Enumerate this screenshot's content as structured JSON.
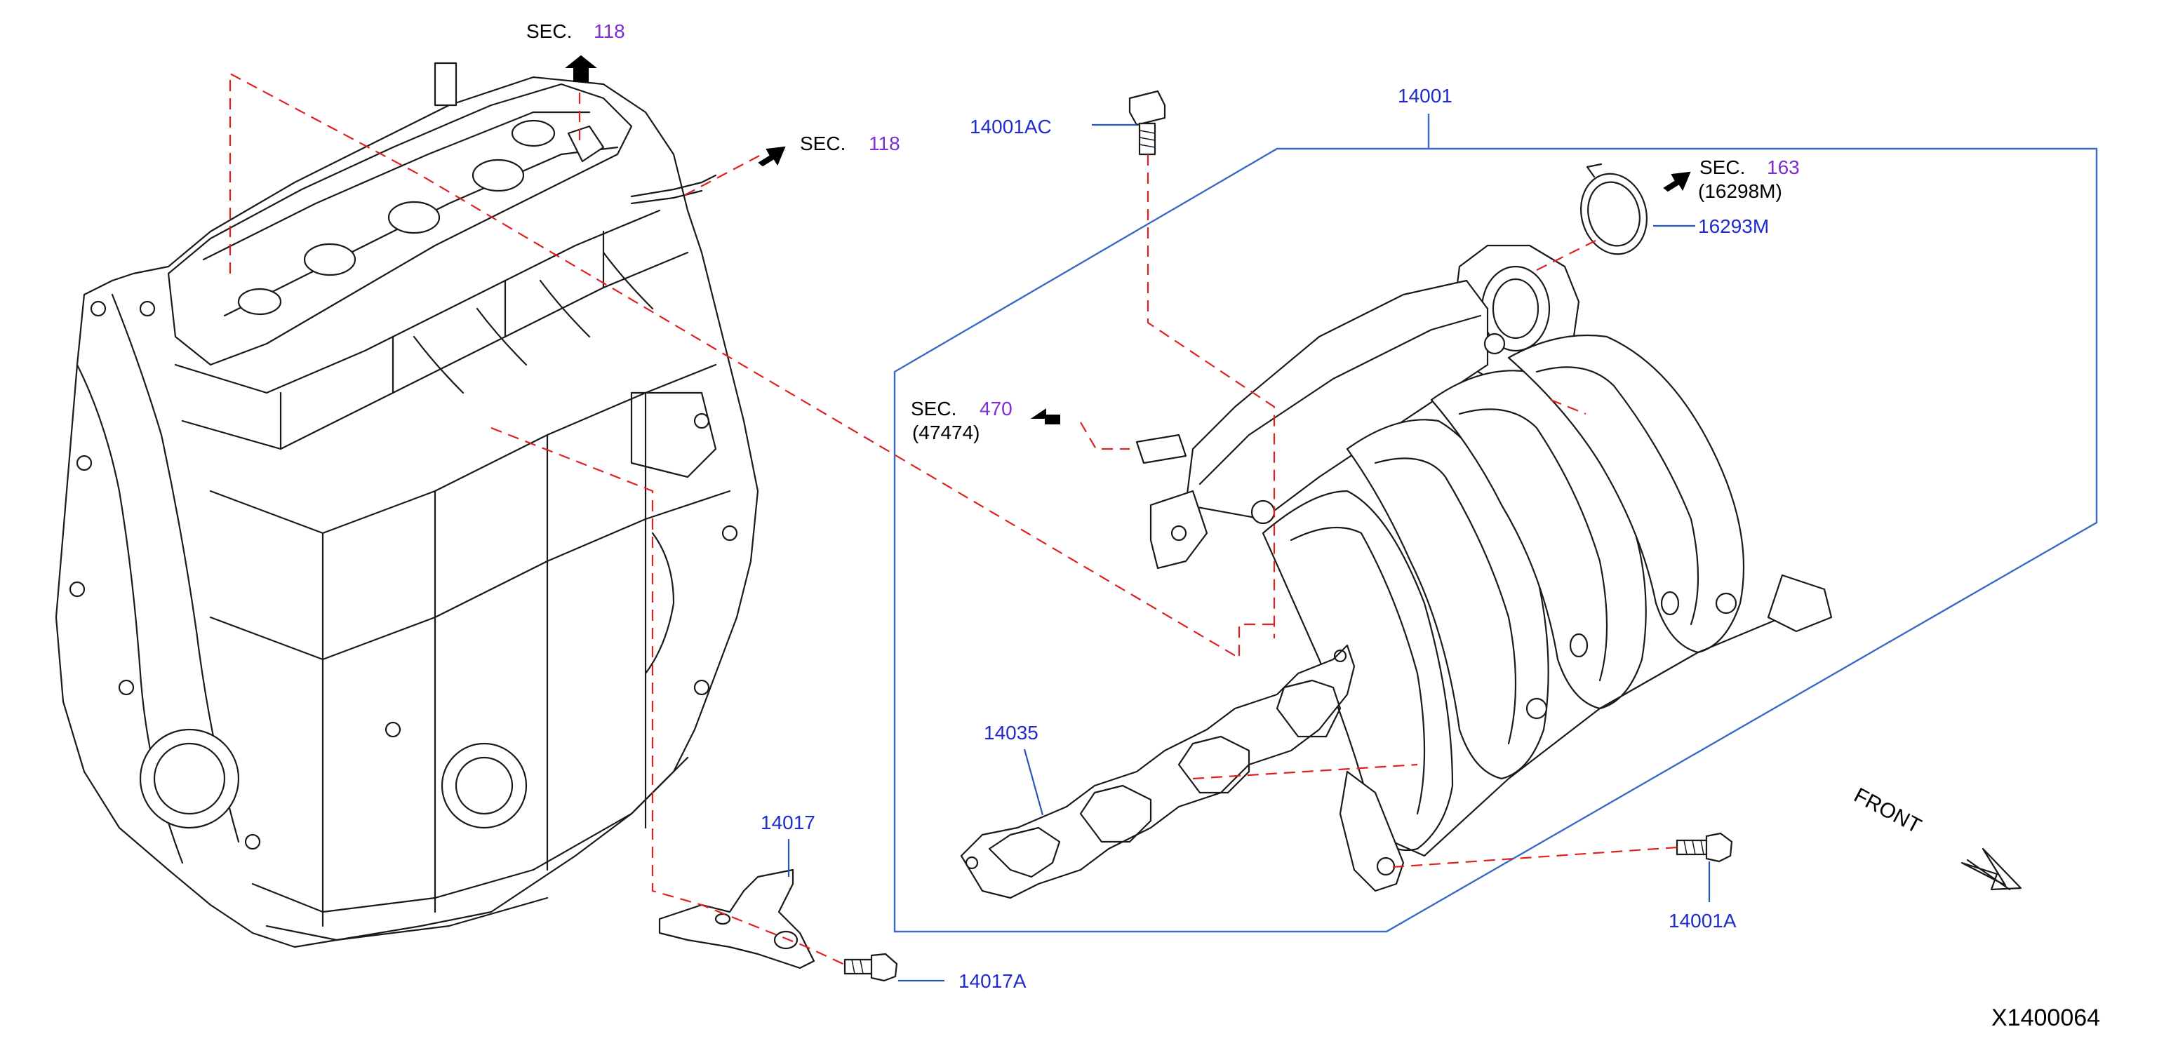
{
  "diagram_code": "X1400064",
  "front_label": "FRONT",
  "sec_refs": [
    {
      "prefix": "SEC.",
      "number": "118",
      "sub": ""
    },
    {
      "prefix": "SEC.",
      "number": "118",
      "sub": ""
    },
    {
      "prefix": "SEC.",
      "number": "163",
      "sub": "(16298M)"
    },
    {
      "prefix": "SEC.",
      "number": "470",
      "sub": "(47474)"
    }
  ],
  "parts": {
    "p14001": "14001",
    "p14001AC": "14001AC",
    "p16293M": "16293M",
    "p14035": "14035",
    "p14017": "14017",
    "p14017A": "14017A",
    "p14001A": "14001A"
  },
  "colors": {
    "callout_blue": "#1f2bcc",
    "section_purple": "#7b2fd3",
    "leader_dash_red": "#e02020",
    "group_box_blue": "#3a6bc4"
  }
}
